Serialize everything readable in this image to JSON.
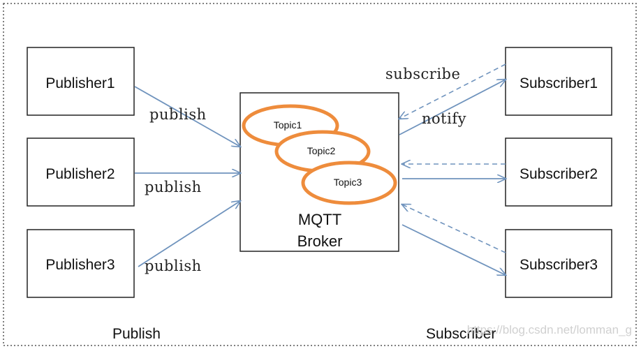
{
  "publishers": [
    "Publisher1",
    "Publisher2",
    "Publisher3"
  ],
  "subscribers": [
    "Subscriber1",
    "Subscriber2",
    "Subscriber3"
  ],
  "topics": [
    "Topic1",
    "Topic2",
    "Topic3"
  ],
  "broker": {
    "line1": "MQTT",
    "line2": "Broker"
  },
  "edge_labels": {
    "publish": "publish",
    "subscribe": "subscribe",
    "notify": "notify"
  },
  "footer": {
    "left": "Publish",
    "right": "Subscriber"
  },
  "watermark": "https://blog.csdn.net/lomman_g",
  "colors": {
    "arrow": "#6f93bd",
    "topic_ring": "#ee8c3c",
    "box_border": "#222222",
    "frame": "#555555"
  }
}
